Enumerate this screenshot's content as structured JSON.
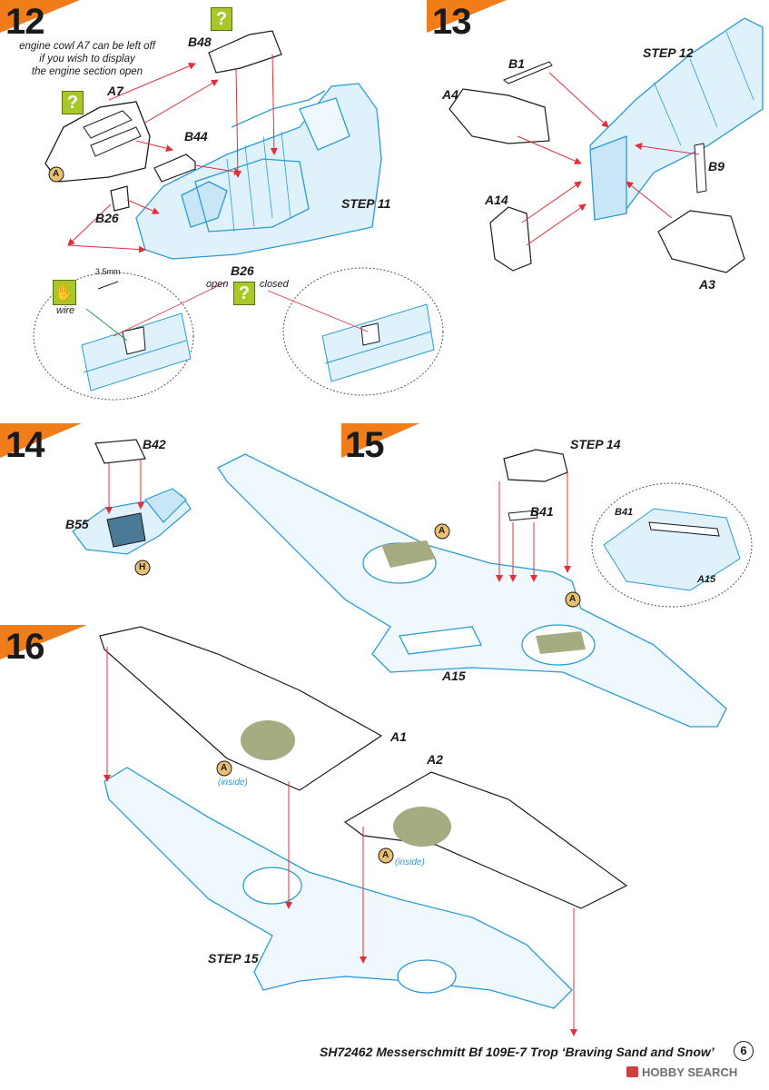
{
  "steps": {
    "s12": {
      "number": "12"
    },
    "s13": {
      "number": "13"
    },
    "s14": {
      "number": "14"
    },
    "s15": {
      "number": "15"
    },
    "s16": {
      "number": "16"
    }
  },
  "step12": {
    "note_line1": "engine cowl A7 can be left off",
    "note_line2": "if you wish to display",
    "note_line3": "the engine section open",
    "label_b48": "B48",
    "label_a7": "A7",
    "label_b44": "B44",
    "label_b26": "B26",
    "label_step11": "STEP 11",
    "label_b26_detail": "B26",
    "label_open": "open",
    "label_closed": "closed",
    "label_wire": "wire",
    "label_dim": "3.5mm",
    "question_mark": "?"
  },
  "step13": {
    "label_b1": "B1",
    "label_step12": "STEP 12",
    "label_a4": "A4",
    "label_b9": "B9",
    "label_a14": "A14",
    "label_a3": "A3"
  },
  "step14": {
    "label_b42": "B42",
    "label_b55": "B55"
  },
  "step15": {
    "label_step14": "STEP 14",
    "label_b41": "B41",
    "label_b41_detail": "B41",
    "label_a15_detail": "A15",
    "label_a15": "A15"
  },
  "step16": {
    "label_a1": "A1",
    "label_a2": "A2",
    "label_inside_a1": "(inside)",
    "label_inside_a2": "(inside)",
    "label_step15": "STEP 15"
  },
  "paint_refs": {
    "a": "A",
    "h": "H"
  },
  "footer": {
    "title": "SH72462 Messerschmitt Bf 109E-7 Trop ‘Braving Sand and Snow’",
    "page": "6"
  },
  "watermark": {
    "text": "HOBBY SEARCH"
  },
  "colors": {
    "accent_orange": "#f07d1a",
    "line_blue": "#2a9bd6",
    "part_blue_fill": "#dff1fa",
    "arrow_red": "#e0303a",
    "question_green": "#a8c82a",
    "paint_green": "#a7ab82"
  },
  "icons": [
    "question-icon",
    "hand-icon",
    "paint-marker-icon"
  ]
}
